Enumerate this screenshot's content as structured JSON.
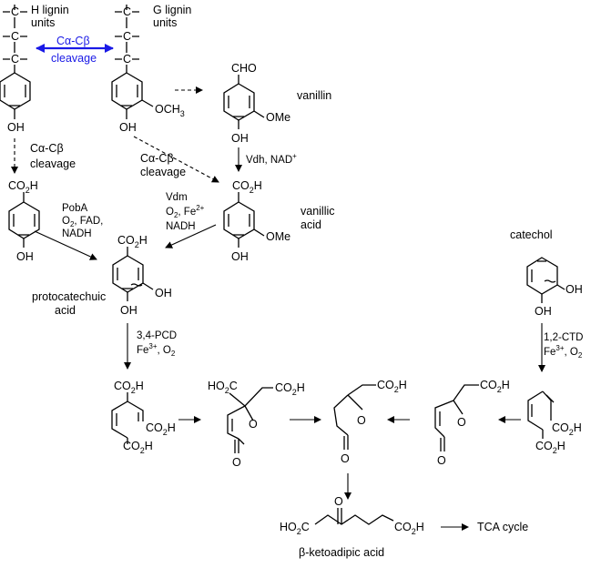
{
  "labels": {
    "h_lignin": "H lignin",
    "h_units": "units",
    "g_lignin": "G lignin",
    "g_units": "units",
    "cleavage_top_1": "Cα-Cβ",
    "cleavage_top_2": "cleavage",
    "cleavage_left_1": "Cα-Cβ",
    "cleavage_left_2": "cleavage",
    "cleavage_mid_1": "Cα-Cβ",
    "cleavage_mid_2": "cleavage",
    "vanillin": "vanillin",
    "vanillic_1": "vanillic",
    "vanillic_2": "acid",
    "catechol": "catechol",
    "pca_1": "protocatechuic",
    "pca_2": "acid",
    "bka": "β-ketoadipic acid",
    "tca": "TCA cycle"
  },
  "enzymes": {
    "vdh": "Vdh, NAD",
    "vdh_sup": "+",
    "vdm": "Vdm",
    "vdm_o2": "O",
    "vdm_o2_sub": "2",
    "vdm_fe": ", Fe",
    "vdm_fe_sup": "2+",
    "vdm_nadh": "NADH",
    "poba": "PobA",
    "poba_o2": "O",
    "poba_o2_sub": "2",
    "poba_fad": ", FAD,",
    "poba_nadh": "NADH",
    "pcd": "3,4-PCD",
    "pcd_fe": "Fe",
    "pcd_fe_sup": "3+",
    "pcd_o2": ", O",
    "pcd_o2_sub": "2",
    "ctd": "1,2-CTD",
    "ctd_fe": "Fe",
    "ctd_fe_sup": "3+",
    "ctd_o2": ", O",
    "ctd_o2_sub": "2"
  },
  "atoms": {
    "oh": "OH",
    "och3": "OCH",
    "och3_sub": "3",
    "ome": "OMe",
    "cho": "CHO",
    "co2h": "CO",
    "co2h_sub": "2",
    "co2h_h": "H",
    "ho2c": "HO",
    "ho2c_sub": "2",
    "ho2c_c": "C",
    "c": "C",
    "o": "O"
  },
  "colors": {
    "ink": "#000000",
    "cleavage_blue": "#1a1ae6"
  }
}
